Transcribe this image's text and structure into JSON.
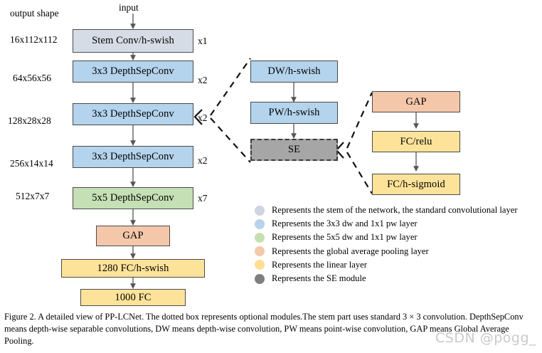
{
  "figure": {
    "header_label": "output shape",
    "input_label": "input",
    "caption": "Figure 2. A detailed view of PP-LCNet.  The dotted box represents optional modules.The stem part uses standard 3 × 3 convolution. DepthSepConv means depth-wise separable convolutions, DW means depth-wise convolution, PW means point-wise convolution, GAP means Global Average Pooling.",
    "watermark": "CSDN @pogg_"
  },
  "colors": {
    "stem": "#d6dce6",
    "blue": "#b4d3ec",
    "green": "#c5e0b4",
    "salmon": "#f4c7ab",
    "yellow": "#fde39a",
    "se_gray": "#a6a6a6",
    "legend_gray_blue": "#cdd5e0",
    "legend_blue": "#b7d3ea",
    "legend_green": "#c6e0b4",
    "legend_salmon": "#f3c8ab",
    "legend_yellow": "#fddf93",
    "legend_dark_gray": "#7f7f7f",
    "border": "#4a4a4a",
    "arrow": "#555555"
  },
  "main_column": {
    "blocks": [
      {
        "shape": "16x112x112",
        "label": "Stem Conv/h-swish",
        "repeat": "x1",
        "color_key": "stem"
      },
      {
        "shape": "64x56x56",
        "label": "3x3 DepthSepConv",
        "repeat": "x2",
        "color_key": "blue"
      },
      {
        "shape": "128x28x28",
        "label": "3x3 DepthSepConv",
        "repeat": "x2",
        "color_key": "blue"
      },
      {
        "shape": "256x14x14",
        "label": "3x3 DepthSepConv",
        "repeat": "x2",
        "color_key": "blue"
      },
      {
        "shape": "512x7x7",
        "label": "5x5 DepthSepConv",
        "repeat": "x7",
        "color_key": "green"
      }
    ],
    "tail_blocks": [
      {
        "label": "GAP",
        "color_key": "salmon"
      },
      {
        "label": "1280 FC/h-swish",
        "color_key": "yellow"
      },
      {
        "label": "1000 FC",
        "color_key": "yellow"
      }
    ]
  },
  "depthsepconv_detail": {
    "blocks": [
      {
        "label": "DW/h-swish",
        "color_key": "blue",
        "dashed": false
      },
      {
        "label": "PW/h-swish",
        "color_key": "blue",
        "dashed": false
      },
      {
        "label": "SE",
        "color_key": "se_gray",
        "dashed": true
      }
    ]
  },
  "se_detail": {
    "blocks": [
      {
        "label": "GAP",
        "color_key": "salmon"
      },
      {
        "label": "FC/relu",
        "color_key": "yellow"
      },
      {
        "label": "FC/h-sigmoid",
        "color_key": "yellow"
      }
    ]
  },
  "legend": {
    "items": [
      {
        "color_key": "legend_gray_blue",
        "text": "Represents the stem of the network, the standard convolutional layer"
      },
      {
        "color_key": "legend_blue",
        "text": "Represents the 3x3 dw and 1x1 pw layer"
      },
      {
        "color_key": "legend_green",
        "text": "Represents the 5x5 dw and 1x1 pw layer"
      },
      {
        "color_key": "legend_salmon",
        "text": "Represents the global average pooling layer"
      },
      {
        "color_key": "legend_yellow",
        "text": "Represents the linear layer"
      },
      {
        "color_key": "legend_dark_gray",
        "text": "Represents the SE module"
      }
    ]
  }
}
